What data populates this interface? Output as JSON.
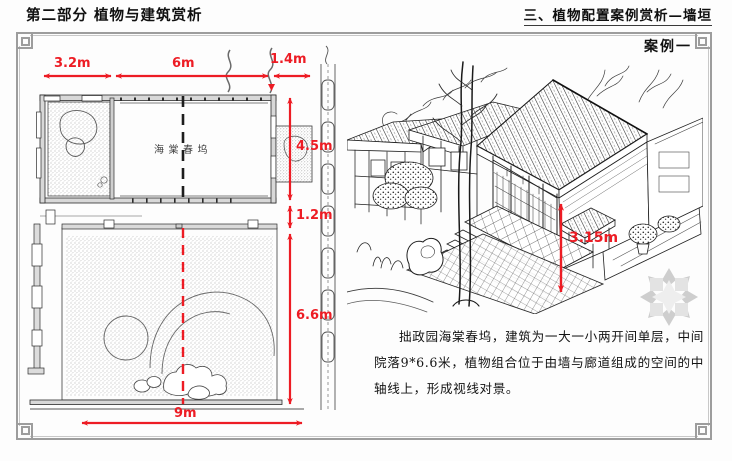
{
  "header": {
    "left_title": "第二部分  植物与建筑赏析",
    "right_title": "三、植物配置案例赏析—墙垣",
    "case_label": "案例一"
  },
  "plan": {
    "interior_label": "海棠春坞",
    "dimensions": {
      "top_left": "3.2m",
      "top_mid": "6m",
      "top_right": "1.4m",
      "right_upper": "4.5m",
      "right_mid": "1.2m",
      "right_lower": "6.6m",
      "bottom": "9m"
    }
  },
  "perspective": {
    "height_dimension": "3.15m"
  },
  "caption": {
    "text": "拙政园海棠春坞，建筑为一大一小两开间单层，中间院落9*6.6米，植物组合位于由墙与廊道组成的空间的中轴线上，形成视线对景。"
  },
  "colors": {
    "dimension_red": "#ed1c24",
    "frame_gray": "#9d9d9d",
    "ink_black": "#1a1a1a",
    "ornament_gray": "#a8a8a8"
  },
  "icons": {
    "ornament": "flower-rosette-ornament",
    "corner": "stepped-corner-ornament"
  }
}
